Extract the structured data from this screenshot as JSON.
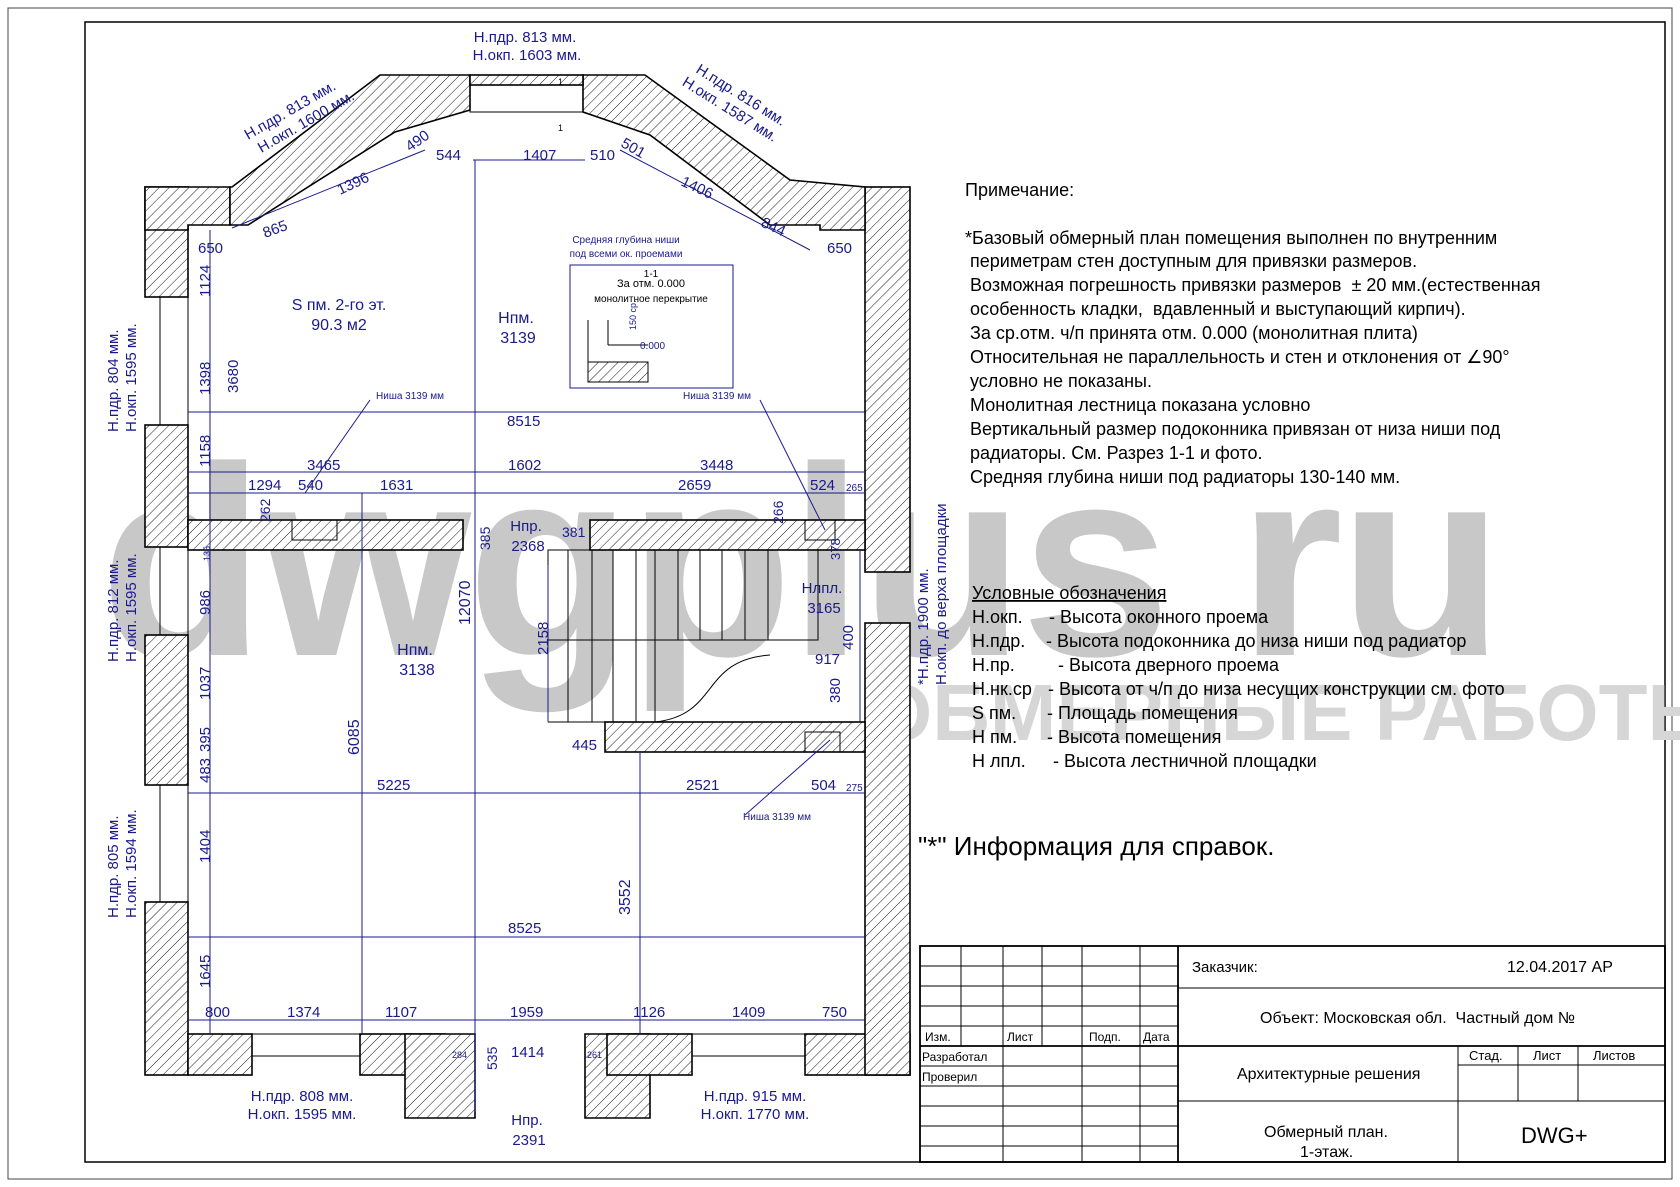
{
  "watermark": {
    "main": "dwgplus ru",
    "sub": "ОБМЕРНЫЕ РАБОТЫ"
  },
  "windows": {
    "top_center": [
      "Н.пдр. 813  мм.",
      "Н.окп. 1603 мм."
    ],
    "top_left": [
      "Н.пдр. 813  мм.",
      "Н.окп. 1600 мм."
    ],
    "top_right": [
      "Н.пдр. 816  мм.",
      "Н.окп. 1587 мм."
    ],
    "left_upper": [
      "Н.пдр. 804  мм.",
      "Н.окп. 1595 мм."
    ],
    "left_middle": [
      "Н.пдр. 812  мм.",
      "Н.окп. 1595 мм."
    ],
    "left_lower": [
      "Н.пдр. 805  мм.",
      "Н.окп. 1594 мм."
    ],
    "bottom_left": [
      "Н.пдр. 808  мм.",
      "Н.окп. 1595 мм."
    ],
    "bottom_right": [
      "Н.пдр. 915  мм.",
      "Н.окп. 1770 мм."
    ],
    "right_landing": [
      "*Н.пдр. 1900  мм.",
      "Н.окп. до верха площадки"
    ]
  },
  "rooms": {
    "upper_area_label": "S пм. 2-го эт.",
    "upper_area_value": "90.3 м2",
    "upper_height_label": "Нпм.",
    "upper_height_value": "3139",
    "lower_height_label": "Нпм.",
    "lower_height_value": "3138",
    "door_top_label": "Нпр.",
    "door_top_value": "2368",
    "landing_label": "Нлпл.",
    "landing_value": "3165",
    "door_bottom_label": "Нпр.",
    "door_bottom_value": "2391"
  },
  "niches": {
    "left": "Ниша 3139 мм",
    "right": "Ниша 3139 мм",
    "lower": "Ниша 3139 мм"
  },
  "section": {
    "title_line1": "Средняя глубина ниши",
    "title_line2": "под всеми ок. проемами",
    "cut": "1-1",
    "level": "За отм. 0.000",
    "slab": "монолитное перекрытие",
    "depth": "150 ср.",
    "zero": "0.000",
    "mark": "1"
  },
  "dims": {
    "top_544": "544",
    "top_1407": "1407",
    "top_510": "510",
    "top_490": "490",
    "top_501": "501",
    "diag_1396": "1396",
    "diag_865": "865",
    "diag_1406": "1406",
    "diag_844": "844",
    "w_650_l": "650",
    "w_650_r": "650",
    "v_1124": "1124",
    "v_1398": "1398",
    "v_3680": "3680",
    "v_1158": "1158",
    "h_8515": "8515",
    "h_3465": "3465",
    "h_1602": "1602",
    "h_3448": "3448",
    "h_1294": "1294",
    "h_540": "540",
    "h_1631": "1631",
    "h_2659": "2659",
    "h_524": "524",
    "h_265": "265",
    "v_262": "262",
    "v_385": "385",
    "v_381": "381",
    "v_266": "266",
    "v_378": "378",
    "v_12070": "12070",
    "v_135": "135",
    "v_986": "986",
    "v_2158": "2158",
    "v_400": "400",
    "h_917": "917",
    "v_1037": "1037",
    "v_380": "380",
    "v_6085": "6085",
    "v_395": "395",
    "h_445": "445",
    "v_483": "483",
    "h_5225": "5225",
    "h_2521": "2521",
    "h_504": "504",
    "h_275": "275",
    "v_1404": "1404",
    "v_3552": "3552",
    "h_8525": "8525",
    "v_1645": "1645",
    "b_800": "800",
    "b_1374": "1374",
    "b_1107": "1107",
    "b_1959": "1959",
    "b_1126": "1126",
    "b_1409": "1409",
    "b_750": "750",
    "b_284": "284",
    "b_535": "535",
    "b_1414": "1414",
    "b_261": "261"
  },
  "notes": {
    "title": "Примечание:",
    "lines": [
      "*Базовый обмерный план помещения выполнен по внутренним",
      " периметрам стен доступным для привязки размеров.",
      " Возможная погрешность привязки размеров  ± 20 мм.(естественная",
      " особенность кладки,  вдавленный и выступающий кирпич).",
      " За ср.отм. ч/п принята отм. 0.000 (монолитная плита)",
      " Относительная не параллельность и стен и отклонения от ∠90°",
      " условно не показаны.",
      " Монолитная лестница показана условно",
      " Вертикальный размер подоконника привязан от низа ниши под",
      " радиаторы. См. Разрез 1-1 и фото.",
      " Средняя глубина ниши под радиаторы 130-140 мм."
    ]
  },
  "legend": {
    "title": "Условные обозначения",
    "items": [
      [
        "Н.окп.",
        "- Высота оконного проема"
      ],
      [
        "Н.пдр.",
        "- Высота подоконника до низа ниши под радиатор"
      ],
      [
        "Н.пр.",
        "- Высота дверного проема"
      ],
      [
        "Н.нк.ср",
        "- Высота от ч/п до низа несущих конструкции см. фото"
      ],
      [
        "S пм.",
        "- Площадь помещения"
      ],
      [
        "Н пм.",
        "- Высота помещения"
      ],
      [
        "Н лпл.",
        "- Высота лестничной площадки"
      ]
    ]
  },
  "info": "\"*\" Информация для справок.",
  "title_block": {
    "customer_label": "Заказчик:",
    "date": "12.04.2017 АР",
    "object": "Объект: Московская обл.  Частный дом №",
    "col_izm": "Изм.",
    "col_list": "Лист",
    "col_podp": "Подп.",
    "col_data": "Дата",
    "developed": "Разработал",
    "checked": "Проверил",
    "section": "Архитектурные решения",
    "stad": "Стад.",
    "list": "Лист",
    "listov": "Листов",
    "plan_line1": "Обмерный план.",
    "plan_line2": "1-этаж.",
    "code": "DWG+"
  }
}
